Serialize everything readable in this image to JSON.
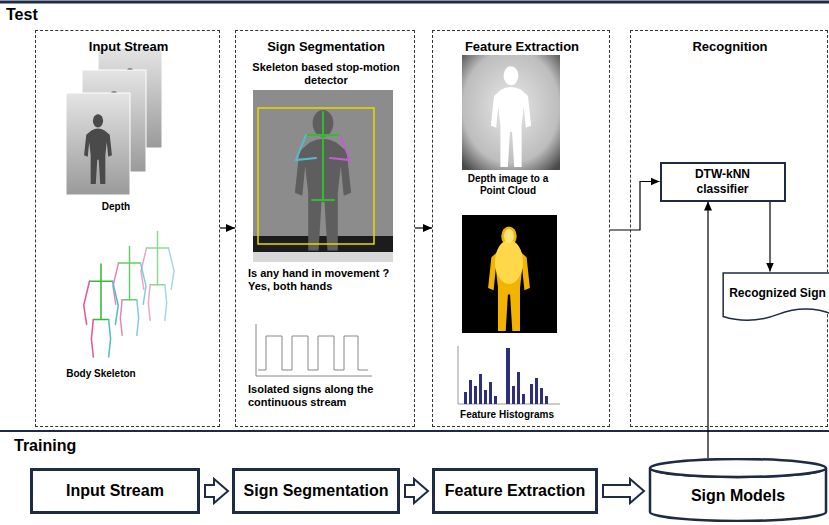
{
  "diagram": {
    "nodes": [
      {
        "text": [
          "Input Stream",
          "Depth",
          "Body Skeleton"
        ]
      },
      {
        "text": [
          "Sign Segmentation",
          "Skeleton based stop-motion detector",
          "Is any hand in movement ? Yes, both hands",
          "Isolated signs along the continuous stream"
        ]
      },
      {
        "text": [
          "Feature Extraction",
          "Depth image to a Point Cloud",
          "Feature Histograms"
        ]
      },
      {
        "text": [
          "Recognition"
        ]
      },
      {
        "text": [
          "DTW-kNN classifier"
        ],
        "in": 3
      },
      {
        "text": [
          "Recognized Sign"
        ],
        "in": 3
      },
      {
        "text": [
          "Input Stream"
        ]
      },
      {
        "text": [
          "Sign Segmentation"
        ]
      },
      {
        "text": [
          "Feature Extraction"
        ]
      },
      {
        "text": [
          "Sign Models"
        ]
      }
    ],
    "edges": [
      {
        "from": 0,
        "to": 1,
        "arrow": "to"
      },
      {
        "from": 1,
        "to": 2,
        "arrow": "to"
      },
      {
        "from": 2,
        "to": 4,
        "arrow": "to"
      },
      {
        "from": 4,
        "to": 5,
        "arrow": "to"
      },
      {
        "from": 9,
        "to": 4,
        "arrow": "to"
      },
      {
        "from": 6,
        "to": 7,
        "arrow": "to"
      },
      {
        "from": 7,
        "to": 8,
        "arrow": "to"
      },
      {
        "from": 8,
        "to": 9,
        "arrow": "to"
      }
    ],
    "labels": [
      "Test",
      "Training"
    ]
  }
}
